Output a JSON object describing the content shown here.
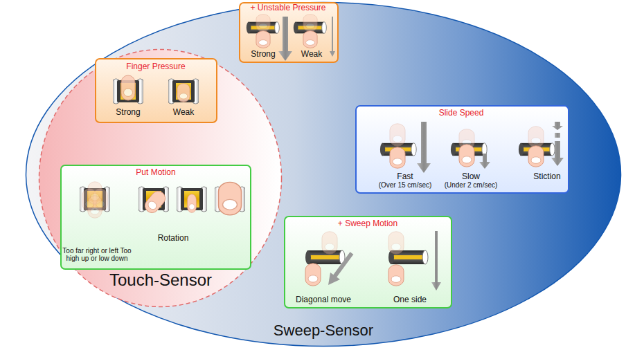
{
  "diagram": {
    "nodes": [
      {
        "text": [
          "Sweep-Sensor"
        ]
      },
      {
        "text": [
          "Touch-Sensor"
        ],
        "in": 0
      },
      {
        "text": [
          "+ Unstable Pressure",
          "Strong",
          "Weak"
        ],
        "in": 0
      },
      {
        "text": [
          "Finger Pressure",
          "Strong",
          "Weak"
        ],
        "in": 1
      },
      {
        "text": [
          "Put Motion",
          "Too far right or left Too high up or low down",
          "Rotation"
        ],
        "in": 1
      },
      {
        "text": [
          "Slide Speed",
          "Fast",
          "(Over 15 cm/sec)",
          "Slow",
          "(Under 2 cm/sec)",
          "Stiction"
        ],
        "in": 0
      },
      {
        "text": [
          "+ Sweep Motion",
          "Diagonal move",
          "One side"
        ],
        "in": 0
      }
    ]
  }
}
